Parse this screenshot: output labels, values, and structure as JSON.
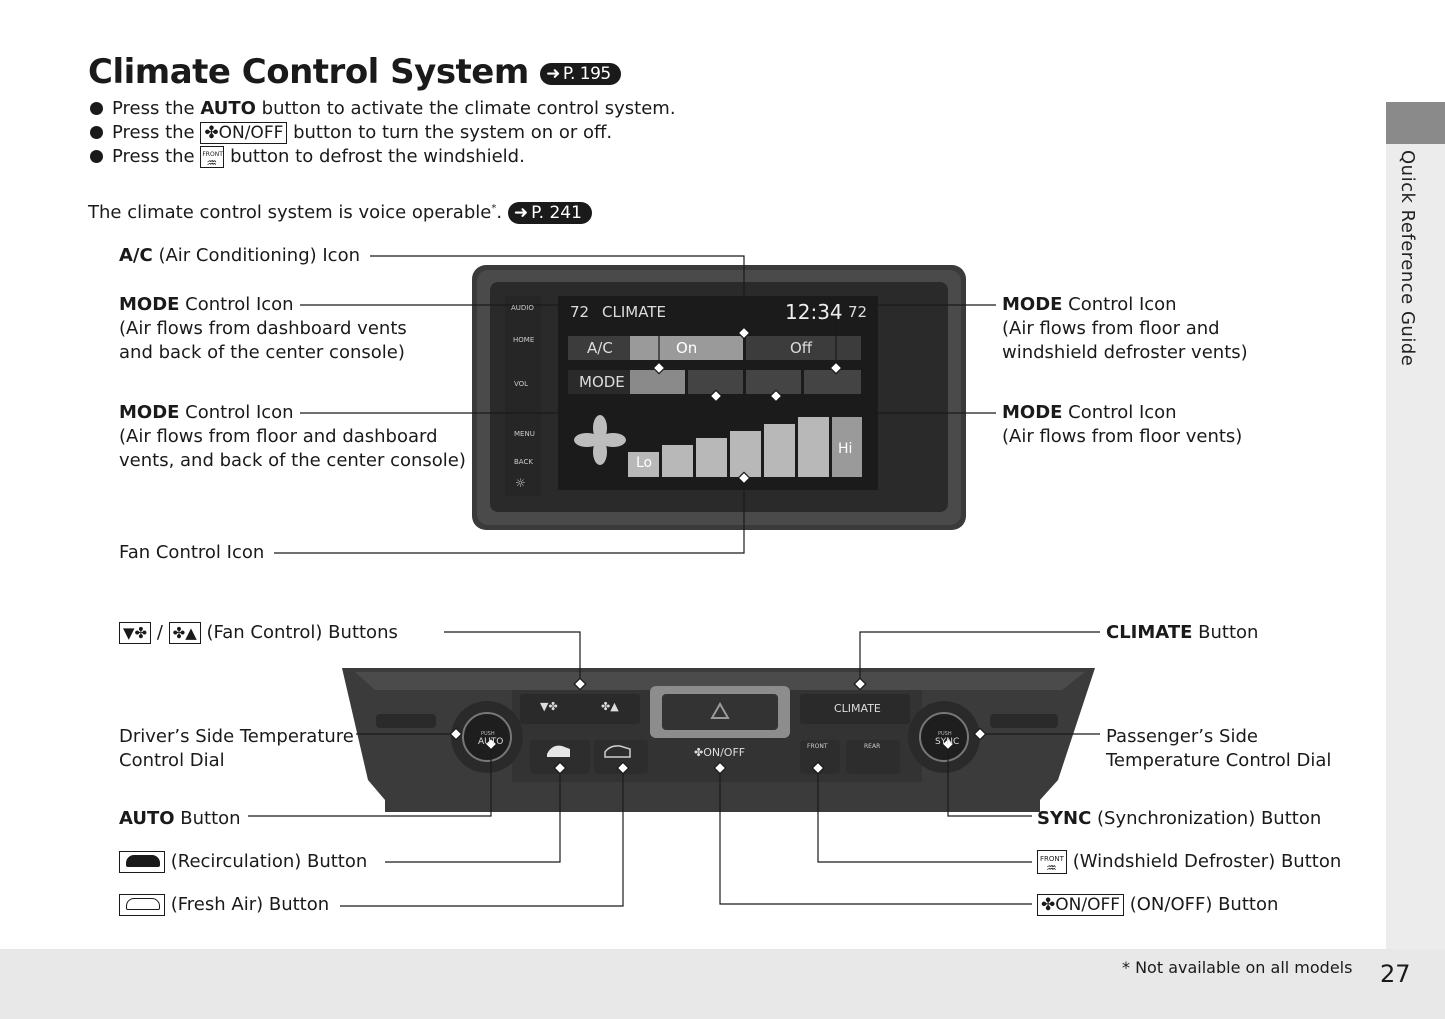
{
  "title": "Climate Control System",
  "title_ref": "P. 195",
  "bullets": [
    {
      "pre": "Press the ",
      "bold": "AUTO",
      "post": " button to activate the climate control system."
    },
    {
      "pre": "Press the ",
      "key": "ON/OFF",
      "post": " button to turn the system on or off."
    },
    {
      "pre": "Press the ",
      "key_small": "FRONT",
      "post": " button to defrost the windshield."
    }
  ],
  "voice": {
    "text": "The climate control system is voice operable",
    "mark": "*",
    "end": ".",
    "ref": "P. 241"
  },
  "side_label": "Quick Reference Guide",
  "footer": {
    "note": "* Not available on all models",
    "page": "27"
  },
  "screen": {
    "temp_left": "72",
    "climate": "CLIMATE",
    "time": "12:34",
    "temp_right": "72",
    "ac_label": "A/C",
    "ac_on": "On",
    "ac_off": "Off",
    "mode_label": "MODE",
    "fan_lo": "Lo",
    "fan_hi": "Hi",
    "side_buttons": [
      "AUDIO",
      "HOME",
      "VOL",
      "MENU",
      "BACK"
    ]
  },
  "panel": {
    "climate": "CLIMATE",
    "onoff": "ON/OFF",
    "push_auto_top": "PUSH",
    "push_auto": "AUTO",
    "push_sync_top": "PUSH",
    "push_sync": "SYNC",
    "front": "FRONT",
    "rear": "REAR"
  },
  "callouts": {
    "ac": {
      "bold": "A/C",
      "text": " (Air Conditioning) Icon"
    },
    "mode1": {
      "bold": "MODE",
      "text": " Control Icon",
      "l2": "(Air flows from dashboard vents",
      "l3": "and back of the center console)"
    },
    "mode2": {
      "bold": "MODE",
      "text": " Control Icon",
      "l2": "(Air flows from floor and dashboard",
      "l3": "vents, and back of the center console)"
    },
    "mode3": {
      "bold": "MODE",
      "text": " Control Icon",
      "l2": "(Air flows from floor and",
      "l3": "windshield defroster vents)"
    },
    "mode4": {
      "bold": "MODE",
      "text": " Control Icon",
      "l2": "(Air flows from floor vents)"
    },
    "fan_icon": "Fan Control Icon",
    "fan_buttons": {
      "slash": "/",
      "text": " (Fan Control) Buttons"
    },
    "climate_btn": {
      "bold": "CLIMATE",
      "text": " Button"
    },
    "driver": {
      "l1": "Driver’s Side Temperature",
      "l2": "Control Dial"
    },
    "passenger": {
      "l1": "Passenger’s Side",
      "l2": "Temperature Control Dial"
    },
    "auto": {
      "bold": "AUTO",
      "text": " Button"
    },
    "sync": {
      "bold": "SYNC",
      "text": " (Synchronization) Button"
    },
    "recirc": "(Recirculation) Button",
    "fresh": "(Fresh Air) Button",
    "defroster": {
      "key": "FRONT",
      "text": "(Windshield Defroster) Button"
    },
    "onoff": {
      "key": "ON/OFF",
      "text": " (ON/OFF) Button"
    }
  },
  "colors": {
    "text": "#1a1a1a",
    "side_tab": "#8a8a8a",
    "band": "#e8e8e8",
    "screen_bg": "#1b1b1b"
  }
}
